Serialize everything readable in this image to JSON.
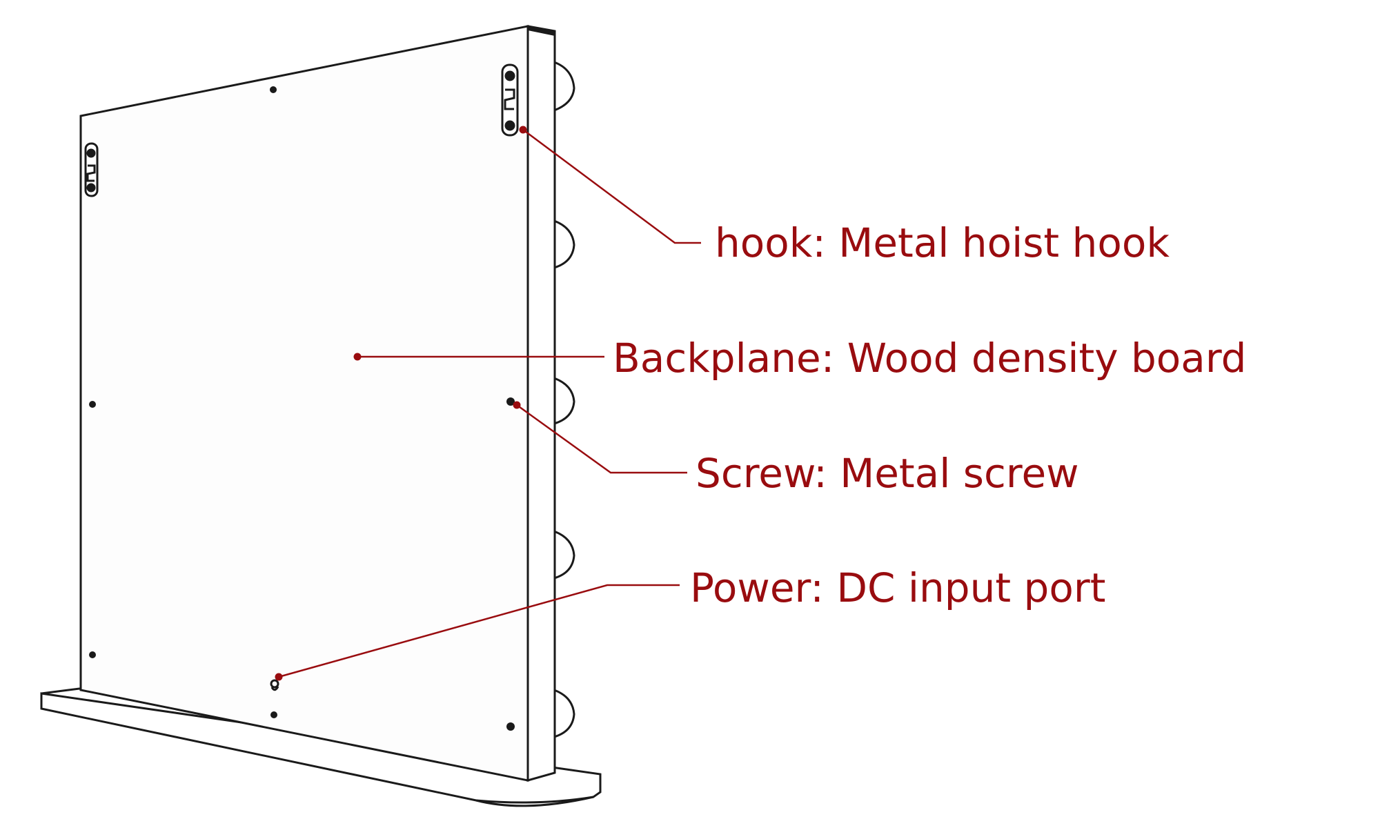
{
  "colors": {
    "callout": "#990c0f",
    "outline": "#1a1a1a",
    "panel_fill": "#fdfdfd"
  },
  "callouts": [
    {
      "id": "hook",
      "text": "hook: Metal hoist hook"
    },
    {
      "id": "backplane",
      "text": "Backplane: Wood density board"
    },
    {
      "id": "screw",
      "text": "Screw: Metal screw"
    },
    {
      "id": "power",
      "text": "Power: DC input port"
    }
  ]
}
